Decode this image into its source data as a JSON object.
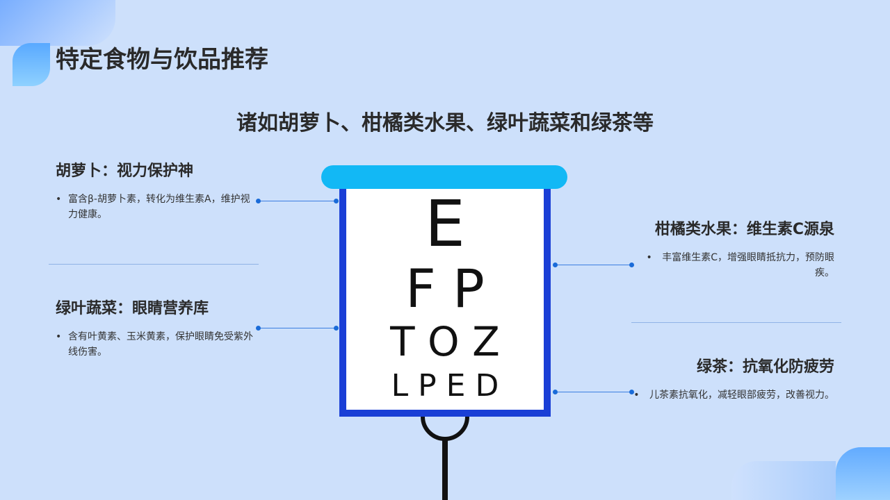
{
  "page": {
    "title": "特定食物与饮品推荐",
    "subtitle": "诸如胡萝卜、柑橘类水果、绿叶蔬菜和绿茶等"
  },
  "items": [
    {
      "title": "胡萝卜：视力保护神",
      "bullet": "•",
      "text": "富含β-胡萝卜素，转化为维生素A，维护视力健康。"
    },
    {
      "title": "绿叶蔬菜：眼睛营养库",
      "bullet": "•",
      "text": "含有叶黄素、玉米黄素，保护眼睛免受紫外线伤害。"
    },
    {
      "title": "柑橘类水果：维生素C源泉",
      "bullet": "•",
      "text": "丰富维生素C，增强眼睛抵抗力，预防眼疾。"
    },
    {
      "title": "绿茶：抗氧化防疲劳",
      "bullet": "•",
      "text": "儿茶素抗氧化，减轻眼部疲劳，改善视力。"
    }
  ],
  "eye_chart": {
    "rows": [
      "E",
      "F P",
      "T O Z",
      "L P E D"
    ]
  },
  "colors": {
    "background": "#cde0fb",
    "chart_frame": "#1a3fd6",
    "chart_header": "#12b8f5",
    "connector": "#3a7de0"
  }
}
